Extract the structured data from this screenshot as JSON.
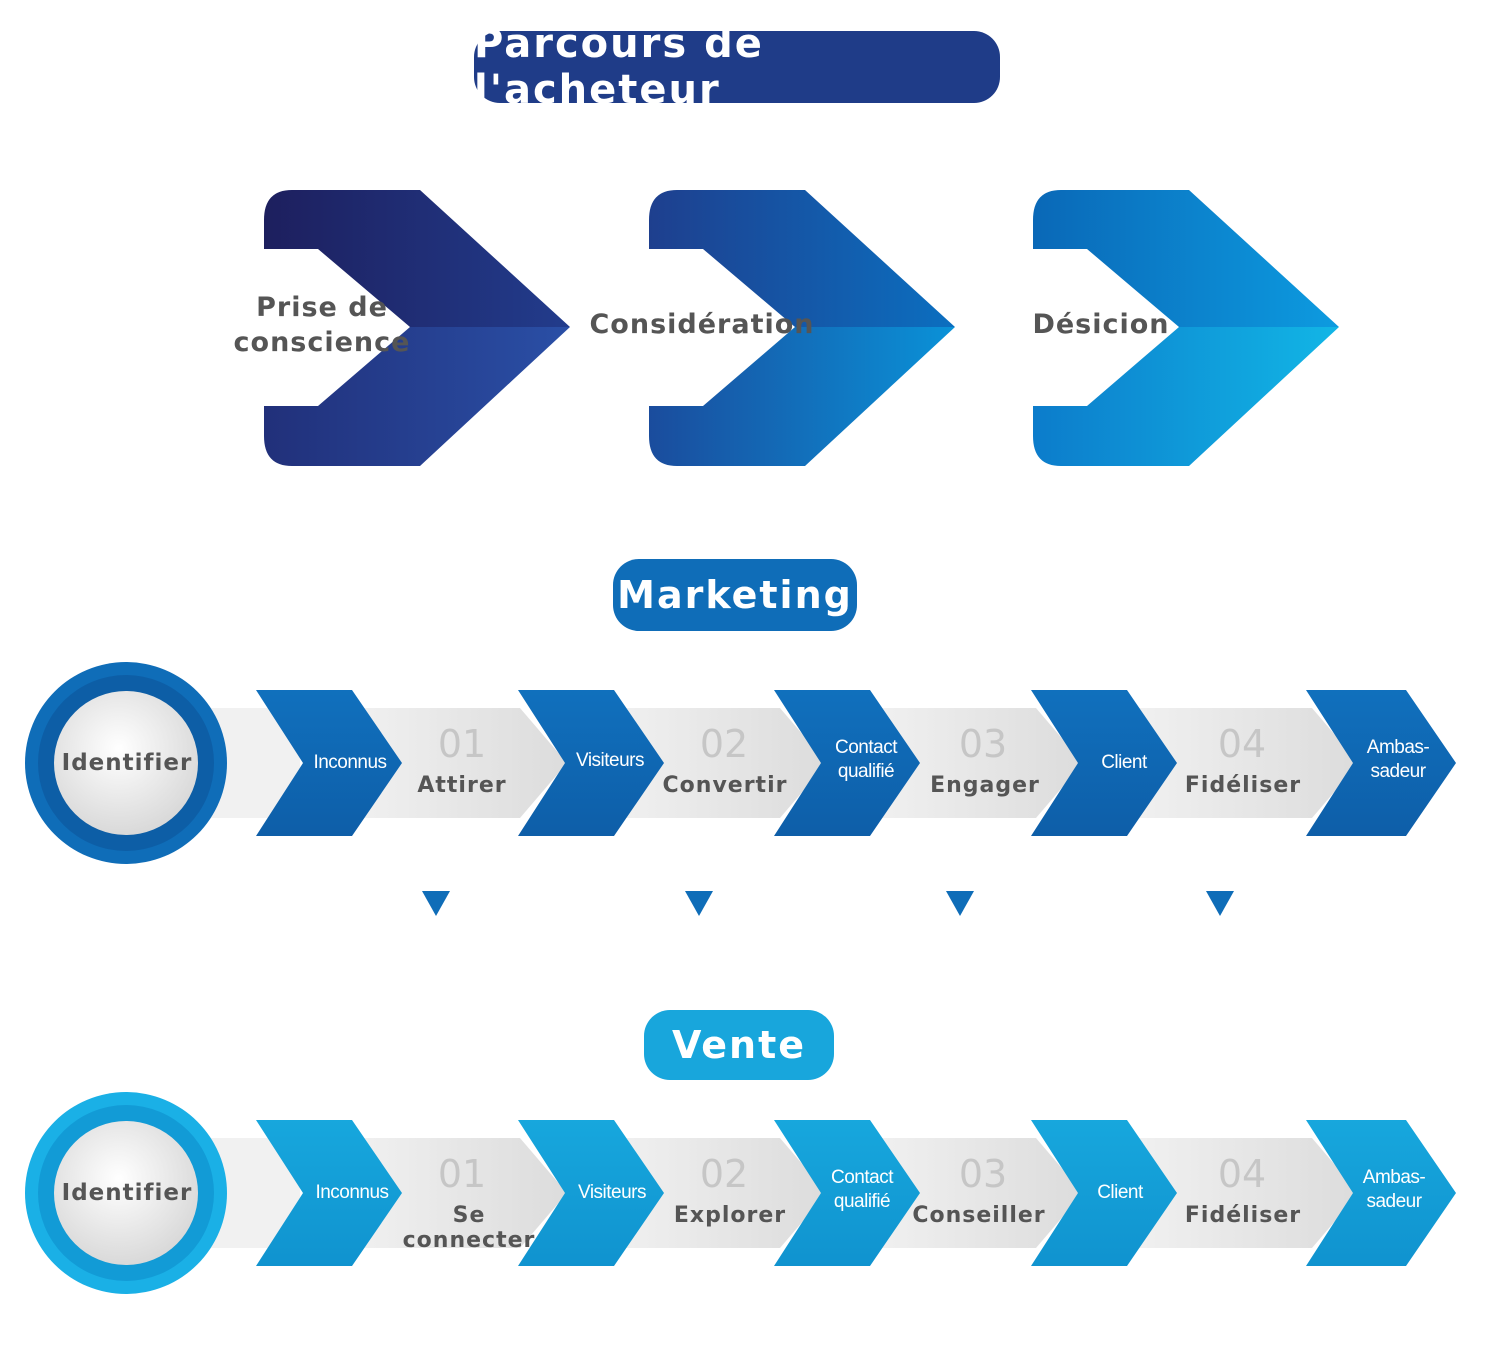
{
  "title": "Parcours de l'acheteur",
  "stages": [
    {
      "label_lines": [
        "Prise de",
        "conscience"
      ],
      "color_dark": "#1d1f5e",
      "color_mid": "#213a8a",
      "color_light": "#2a4fa6"
    },
    {
      "label_lines": [
        "Considération"
      ],
      "color_dark": "#1e3f8e",
      "color_mid": "#0b6fc0",
      "color_light": "#0a92d8"
    },
    {
      "label_lines": [
        "Désicion"
      ],
      "color_dark": "#0a68b7",
      "color_mid": "#0d9be0",
      "color_light": "#12b6e6"
    }
  ],
  "marketing": {
    "heading": "Marketing",
    "accent": "#0f6db8",
    "start": "Identifier",
    "chevrons": [
      [
        "Inconnus"
      ],
      [
        "Visiteurs"
      ],
      [
        "Contact",
        "qualifié"
      ],
      [
        "Client"
      ],
      [
        "Ambas-",
        "sadeur"
      ]
    ],
    "steps": [
      {
        "num": "01",
        "label": "Attirer"
      },
      {
        "num": "02",
        "label": "Convertir"
      },
      {
        "num": "03",
        "label": "Engager"
      },
      {
        "num": "04",
        "label": "Fidéliser"
      }
    ]
  },
  "vente": {
    "heading": "Vente",
    "accent": "#16a4db",
    "start": "Identifier",
    "chevrons": [
      [
        "Inconnus"
      ],
      [
        "Visiteurs"
      ],
      [
        "Contact",
        "qualifié"
      ],
      [
        "Client"
      ],
      [
        "Ambas-",
        "sadeur"
      ]
    ],
    "steps": [
      {
        "num": "01",
        "label": "Se connecter"
      },
      {
        "num": "02",
        "label": "Explorer"
      },
      {
        "num": "03",
        "label": "Conseiller"
      },
      {
        "num": "04",
        "label": "Fidéliser"
      }
    ]
  }
}
